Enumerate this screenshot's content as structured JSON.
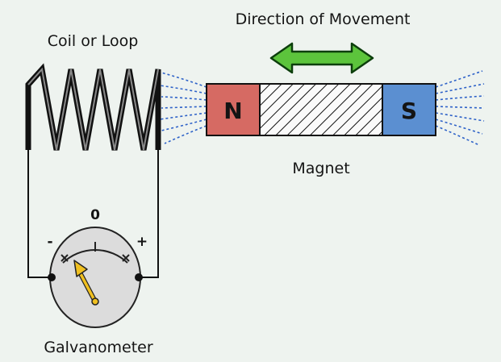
{
  "labels": {
    "coil": "Coil or Loop",
    "direction": "Direction of Movement",
    "magnet": "Magnet",
    "galvanometer": "Galvanometer"
  },
  "magnet": {
    "north_label": "N",
    "south_label": "S",
    "north_color": "#d66a63",
    "south_color": "#5b8fd1"
  },
  "galvanometer": {
    "zero_label": "0",
    "minus_label": "-",
    "plus_label": "+",
    "needle_color": "#f0c020",
    "face_color": "#dcdcdc"
  },
  "arrow": {
    "icon": "double-headed-arrow-icon",
    "color": "#5cc43c"
  },
  "field_lines": {
    "color": "#2e62c8"
  }
}
